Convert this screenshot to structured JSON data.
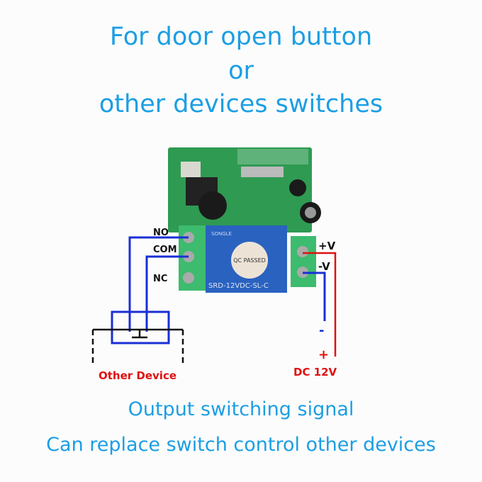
{
  "heading": {
    "line1": "For door open button",
    "line2": "or",
    "line3": "other devices switches"
  },
  "terminals": {
    "no": "NO",
    "com": "COM",
    "nc": "NC",
    "pos": "+V",
    "neg": "-V"
  },
  "power": {
    "minus": "-",
    "plus": "+",
    "label": "DC 12V"
  },
  "device_label": "Other Device",
  "relay": {
    "brand": "SONGLE",
    "model": "SRD-12VDC-SL-C",
    "sticker": "QC PASSED"
  },
  "captions": {
    "line1": "Output switching signal",
    "line2": "Can replace switch control other devices"
  },
  "colors": {
    "text_blue": "#1c9ee3",
    "wire_blue": "#1a2fd6",
    "wire_red": "#e01010",
    "board_green": "#2f9a52",
    "relay_blue": "#2a62c0"
  }
}
